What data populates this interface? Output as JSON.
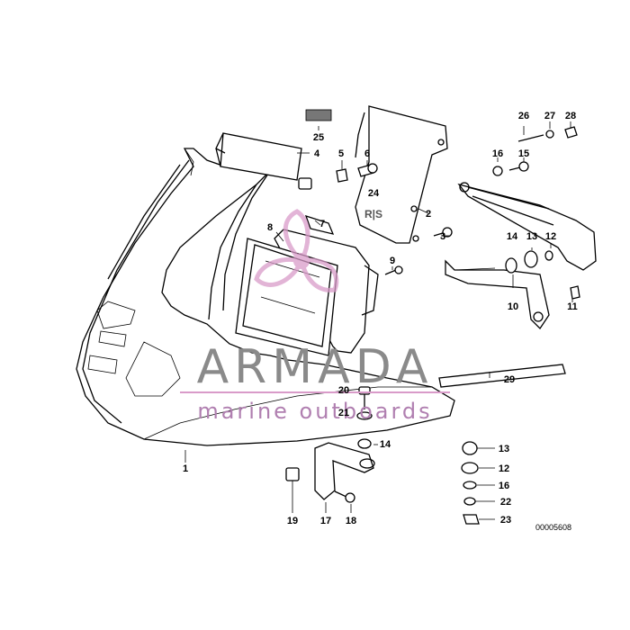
{
  "diagram": {
    "part_numbers": [
      "1",
      "2",
      "3",
      "4",
      "5",
      "6",
      "7",
      "8",
      "9",
      "10",
      "11",
      "12",
      "13",
      "14",
      "15",
      "16",
      "17",
      "18",
      "19",
      "20",
      "21",
      "22",
      "23",
      "24",
      "25",
      "26",
      "27",
      "28",
      "29",
      "14",
      "12",
      "13",
      "16"
    ],
    "drawing_code": "00005608"
  },
  "watermark": {
    "brand": "ARMADA",
    "tagline": "marine outboards",
    "colors": {
      "text": "#8a8a8a",
      "accent": "#d99bc9",
      "tagline": "#b07fb0"
    }
  }
}
